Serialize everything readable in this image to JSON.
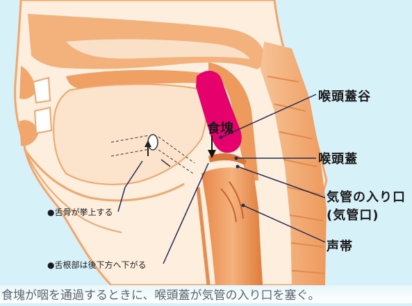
{
  "labels": {
    "food_bolus": "食塊",
    "vallecula": "喉頭蓋谷",
    "epiglottis": "喉頭蓋",
    "trachea_entrance_line1": "気管の入り口",
    "trachea_entrance_line2": "(気管口)",
    "vocal_cords": "声帯",
    "hyoid_note": "●舌骨が挙上する",
    "tongue_base_note": "●舌根部は後下方へ下がる"
  },
  "caption": "食塊が咽を通過するときに、喉頭蓋が気管の入り口を塞ぐ。",
  "colors": {
    "background": "#d6f1f8",
    "tissue": "#f1a66b",
    "tissue_light": "#fbe0c8",
    "food_bolus": "#e5006c",
    "leader_line": "#1f2a55"
  }
}
